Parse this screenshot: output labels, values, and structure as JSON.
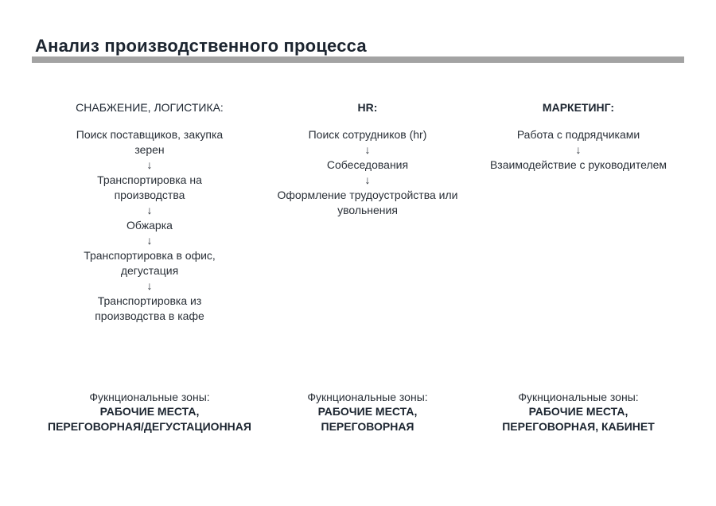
{
  "title": "Анализ производственного процесса",
  "columns": [
    {
      "header": "СНАБЖЕНИЕ, ЛОГИСТИКА:",
      "steps": [
        "Поиск поставщиков, закупка зерен",
        "Транспортировка на производства",
        "Обжарка",
        "Транспортировка в офис, дегустация",
        "Транспортировка из производства в кафе"
      ],
      "zones_label": "Фукнциональные зоны:",
      "zones_line1": "РАБОЧИЕ МЕСТА,",
      "zones_line2": "ПЕРЕГОВОРНАЯ/ДЕГУСТАЦИОННАЯ"
    },
    {
      "header": "HR:",
      "steps": [
        "Поиск сотрудников (hr)",
        "Собеседования",
        "Оформление трудоустройства или увольнения"
      ],
      "zones_label": "Фукнциональные зоны:",
      "zones_line1": "РАБОЧИЕ МЕСТА,",
      "zones_line2": "ПЕРЕГОВОРНАЯ"
    },
    {
      "header": "МАРКЕТИНГ:",
      "steps": [
        "Работа с подрядчиками",
        "Взаимодействие с руководителем"
      ],
      "zones_label": "Фукнциональные зоны:",
      "zones_line1": "РАБОЧИЕ МЕСТА,",
      "zones_line2": "ПЕРЕГОВОРНАЯ, КАБИНЕТ"
    }
  ],
  "arrow_glyph": "↓"
}
